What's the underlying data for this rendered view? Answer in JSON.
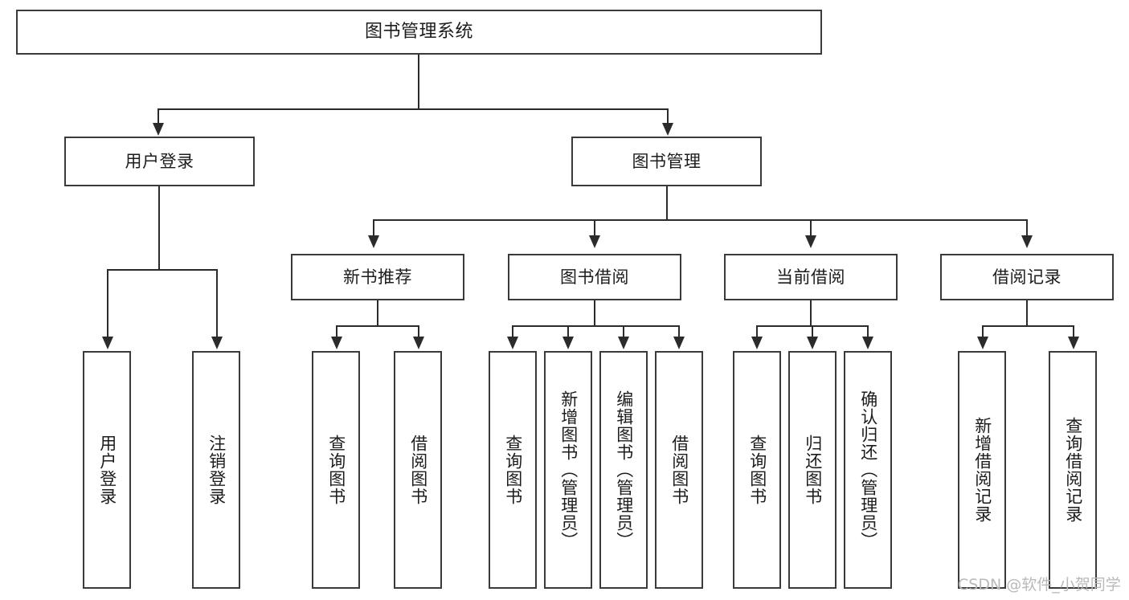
{
  "diagram": {
    "type": "tree",
    "title": "图书管理系统",
    "watermark": "CSDN @软件_小贺同学",
    "colors": {
      "background": "#ffffff",
      "box_border": "#3a3a3a",
      "connector": "#2b2b2b",
      "text": "#1c1c1c",
      "watermark": "#b9b9b9"
    },
    "levels": {
      "root": {
        "label": "图书管理系统"
      },
      "level2": [
        {
          "label": "用户登录"
        },
        {
          "label": "图书管理"
        }
      ],
      "level3": [
        {
          "label": "新书推荐"
        },
        {
          "label": "图书借阅"
        },
        {
          "label": "当前借阅"
        },
        {
          "label": "借阅记录"
        }
      ],
      "leaves": {
        "user_login": [
          {
            "label": "用户登录"
          },
          {
            "label": "注销登录"
          }
        ],
        "new_book_recommend": [
          {
            "label": "查询图书"
          },
          {
            "label": "借阅图书"
          }
        ],
        "book_borrow": [
          {
            "label": "查询图书"
          },
          {
            "label": "新增图书（管理员）"
          },
          {
            "label": "编辑图书（管理员）"
          },
          {
            "label": "借阅图书"
          }
        ],
        "current_borrow": [
          {
            "label": "查询图书"
          },
          {
            "label": "归还图书"
          },
          {
            "label": "确认归还（管理员）"
          }
        ],
        "borrow_record": [
          {
            "label": "新增借阅记录"
          },
          {
            "label": "查询借阅记录"
          }
        ]
      }
    }
  }
}
